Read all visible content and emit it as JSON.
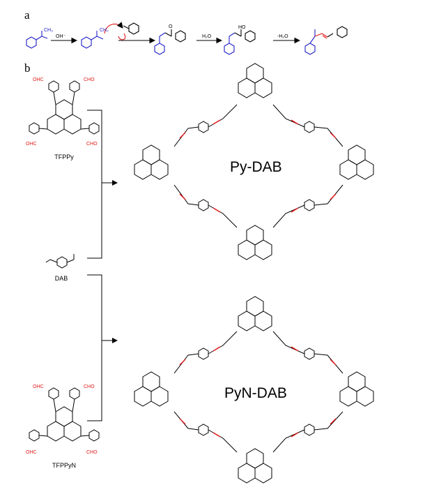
{
  "panels": {
    "a": "a",
    "b": "b"
  },
  "reaction": {
    "reagent1": "OH⁻",
    "step2": "H₂O",
    "step3": "-H₂O",
    "ch3": "CH₃",
    "ch2": "CH₂",
    "oh": "HO",
    "o": "O"
  },
  "molecules": {
    "tfppy": "TFPPy",
    "dab": "DAB",
    "tfppyn": "TFPPyN",
    "cho": "OHC",
    "cho_r": "CHO"
  },
  "frameworks": {
    "top": "Py-DAB",
    "bottom": "PyN-DAB"
  },
  "colors": {
    "blue": "#2020c8",
    "red": "#e01818",
    "black": "#000000"
  }
}
